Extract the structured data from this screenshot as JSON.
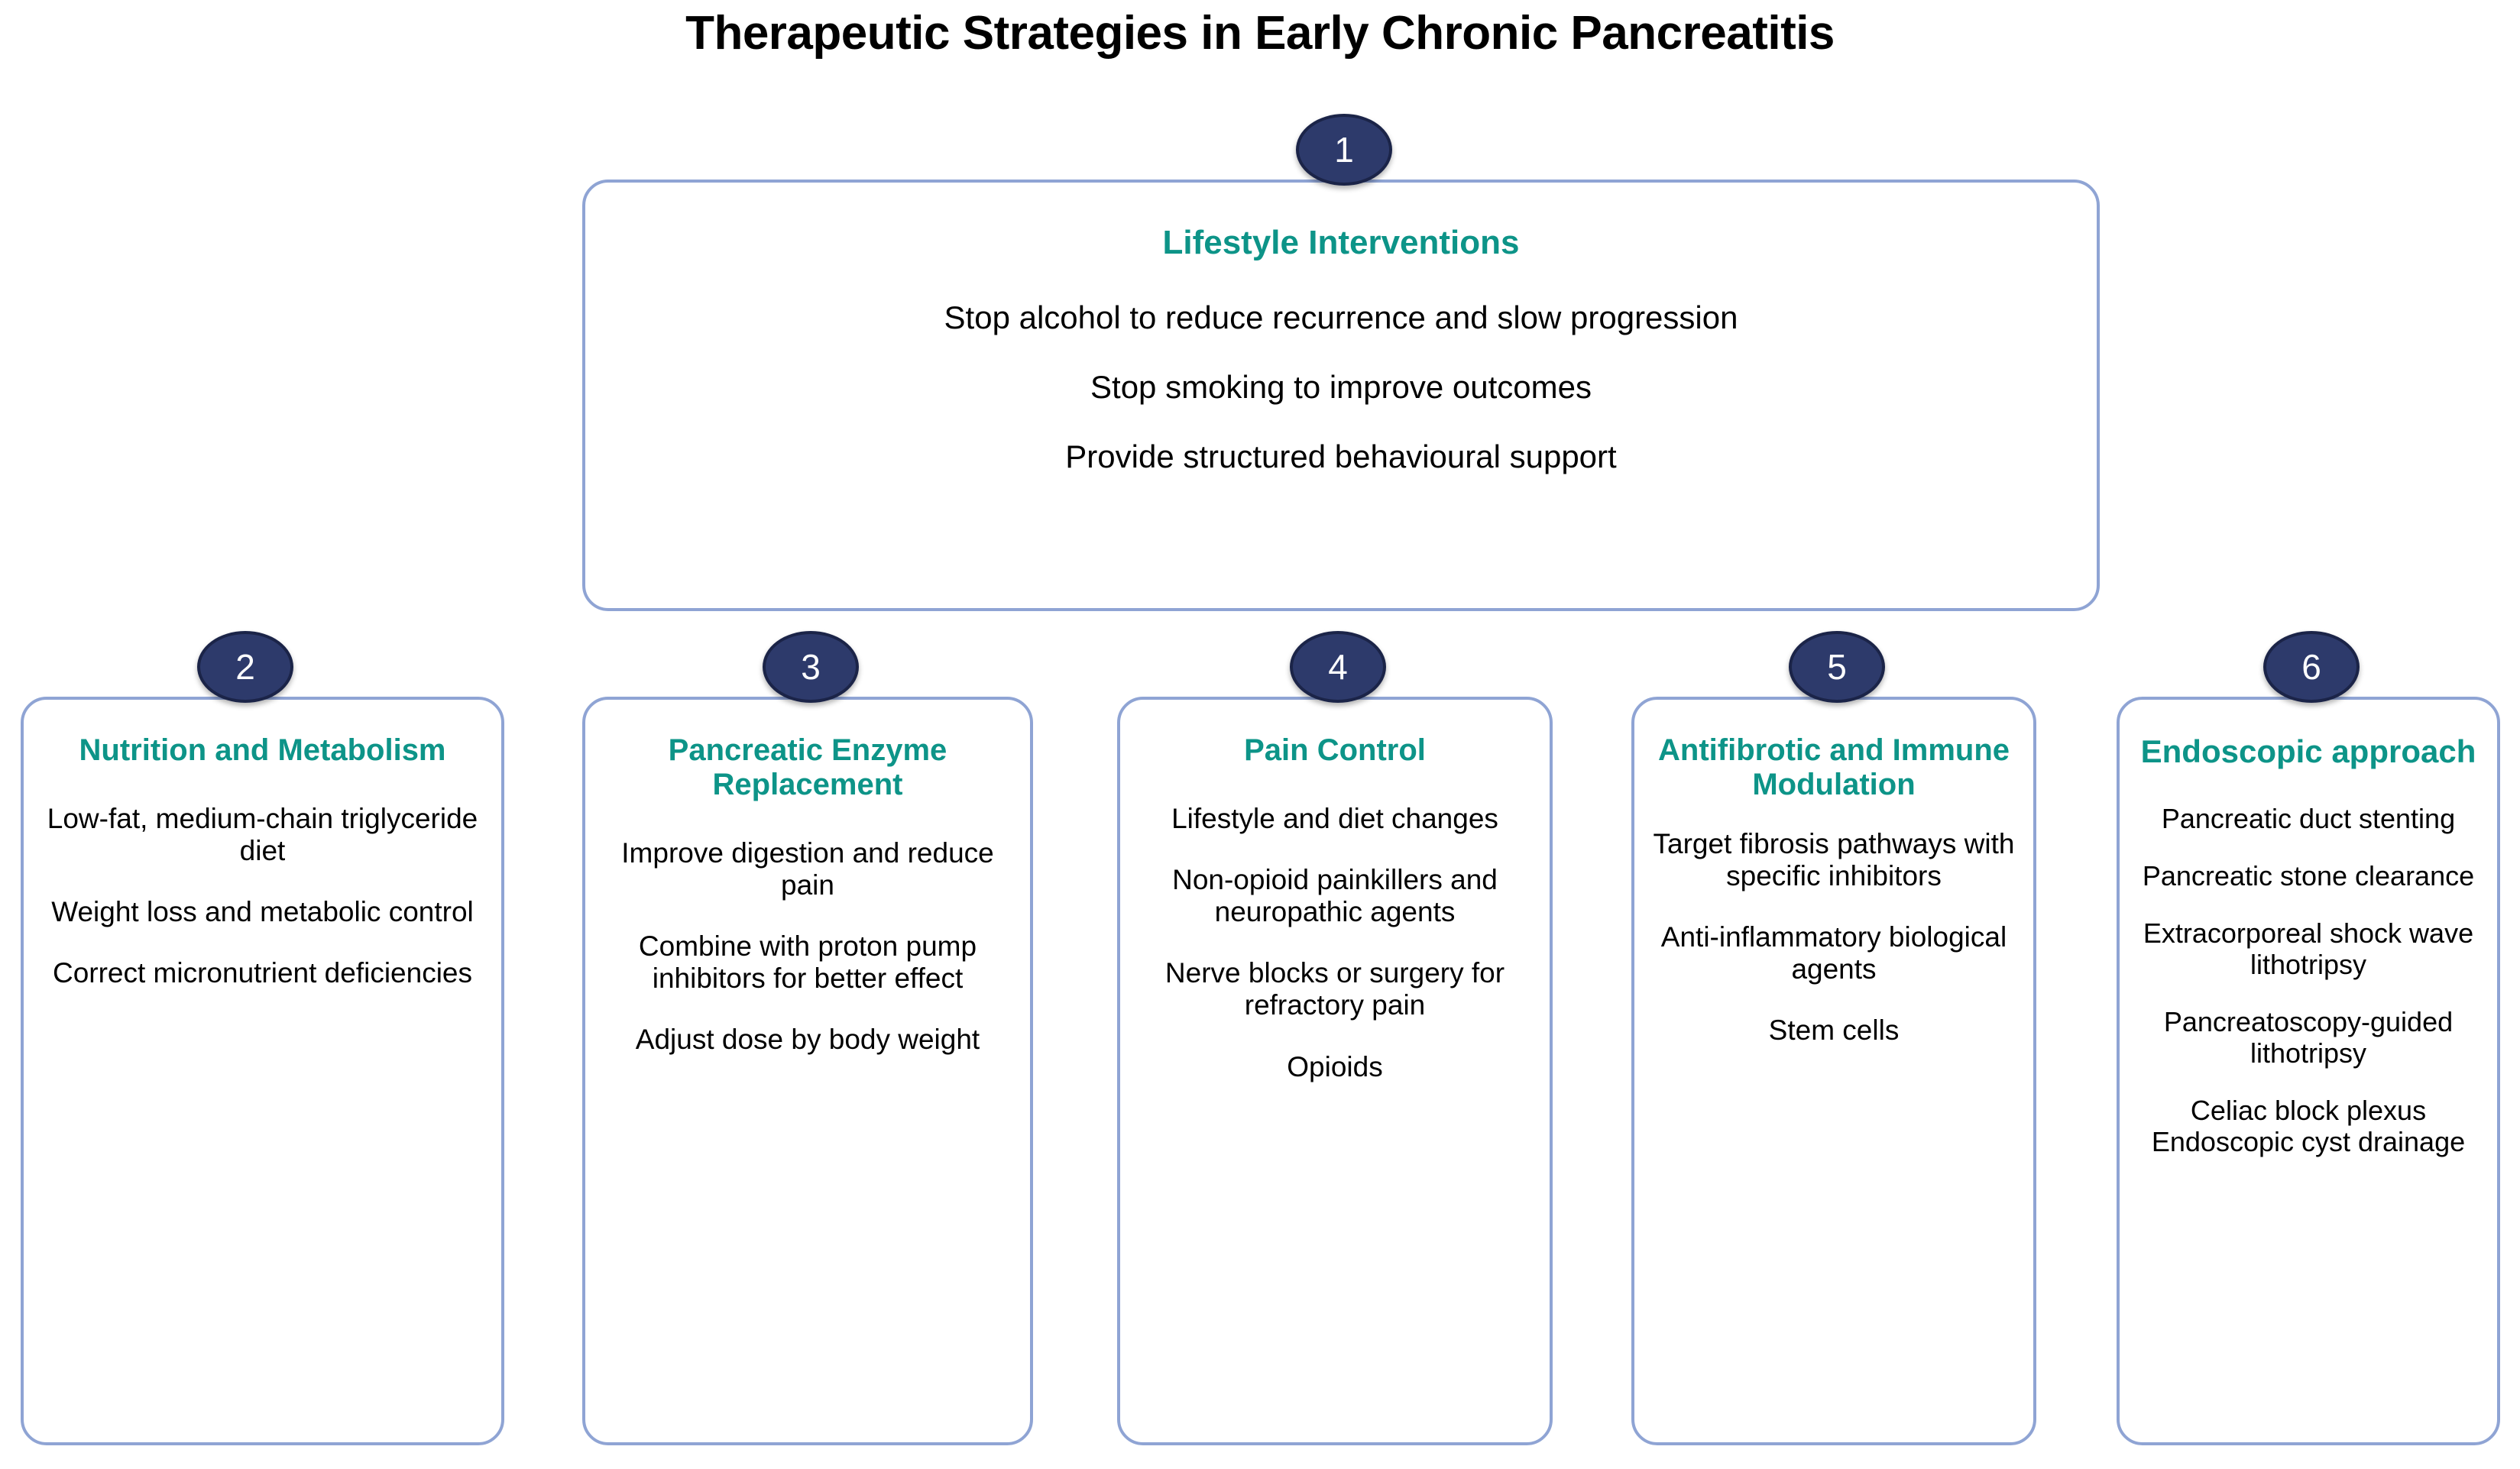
{
  "page": {
    "title": "Therapeutic Strategies in Early Chronic Pancreatitis",
    "colors": {
      "heading_teal": "#0d9488",
      "card_border": "#8fa4d4",
      "badge_fill": "#2d3a6b",
      "badge_text": "#ffffff",
      "body_text": "#000000",
      "background": "#ffffff"
    }
  },
  "cards": [
    {
      "number": "1",
      "heading": "Lifestyle Interventions",
      "items": [
        "Stop alcohol to reduce recurrence and slow progression",
        "Stop smoking to improve outcomes",
        "Provide structured behavioural support"
      ]
    },
    {
      "number": "2",
      "heading": "Nutrition and Metabolism",
      "items": [
        "Low-fat, medium-chain triglyceride diet",
        "Weight loss and metabolic control",
        "Correct micronutrient deficiencies"
      ]
    },
    {
      "number": "3",
      "heading": "Pancreatic Enzyme Replacement",
      "items": [
        "Improve digestion and reduce pain",
        "Combine with proton pump inhibitors for better effect",
        "Adjust dose by body weight"
      ]
    },
    {
      "number": "4",
      "heading": "Pain Control",
      "items": [
        "Lifestyle and diet changes",
        "Non-opioid painkillers and neuropathic agents",
        "Nerve blocks or surgery for refractory pain",
        "Opioids"
      ]
    },
    {
      "number": "5",
      "heading": "Antifibrotic and Immune Modulation",
      "items": [
        "Target fibrosis pathways with specific inhibitors",
        "Anti-inflammatory biological agents",
        "Stem cells"
      ]
    },
    {
      "number": "6",
      "heading": "Endoscopic approach",
      "items": [
        "Pancreatic duct stenting",
        "Pancreatic stone clearance",
        "Extracorporeal shock wave lithotripsy",
        "Pancreatoscopy-guided lithotripsy",
        "Celiac block plexus Endoscopic cyst drainage"
      ]
    }
  ]
}
